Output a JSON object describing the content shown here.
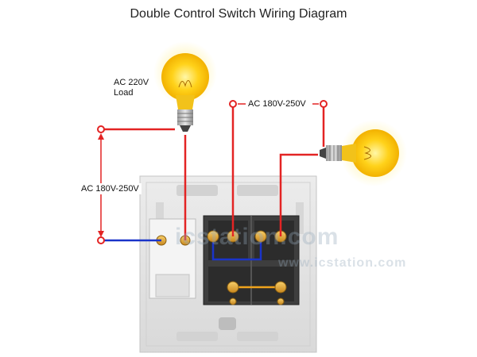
{
  "title": "Double Control Switch Wiring Diagram",
  "labels": {
    "load": "AC 220V\nLoad",
    "ac_top": "AC 180V-250V",
    "ac_left": "AC 180V-250V"
  },
  "watermark": {
    "main": "icstation.com",
    "sub": "www.icstation.com"
  },
  "colors": {
    "live_wire": "#e32424",
    "neutral_wire": "#1a34c9",
    "bridge_wire": "#f0a31c",
    "bulb_glow": "#ffd21a",
    "terminal_brass": "#e2a43a"
  }
}
